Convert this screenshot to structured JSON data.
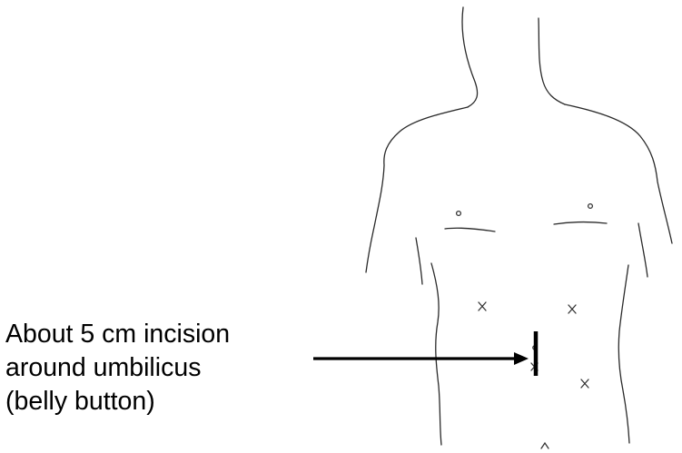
{
  "caption": {
    "line1": "About 5 cm incision",
    "line2": "around umbilicus",
    "line3": "(belly button)"
  },
  "colors": {
    "ink": "#000000",
    "sketch": "#2a2a2a",
    "background": "#ffffff"
  },
  "marks": {
    "port_sites": "x",
    "nipples": "o",
    "incision": "vertical line"
  }
}
